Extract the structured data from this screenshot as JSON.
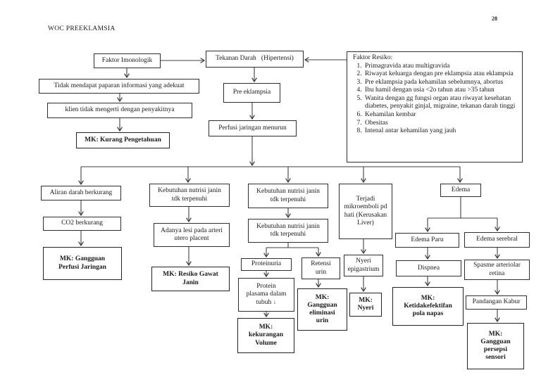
{
  "page": {
    "title": "WOC PREEKLAMSIA",
    "page_number": "28"
  },
  "colors": {
    "line": "#3f3f3f",
    "blue_arrow": "#2a52be"
  },
  "nodes": {
    "faktor_imonologik": "Faktor Imonologik",
    "tekanan_darah": "Tekanan Darah   (Hipertensi)",
    "tidak_mendapat": "Tidak mendapat paparan informasi yang adekuat",
    "klien_tidak_mengerti": "klien tidak mengerti dengan penyakitnya",
    "mk_kurang_pengetahuan": "MK: Kurang Pengetahuan",
    "pre_eklampsia": "Pre eklampsia",
    "perfusi_jaringan_menurun": "Perfusi jaringan menurun",
    "aliran_darah_berkurang": "Aliran darah berkurang",
    "co2_berkurang": "CO2 berkurang",
    "mk_gangguan_perfusi": "MK: Gangguan\nPerfusi Jaringan",
    "kebutuhan_nutrisi_1": "Kebutuhan nutrisi janin\ntdk terpenuhi",
    "adanya_lesi": "Adanya lesi pada arteri\nutero placent",
    "mk_resiko_gawat_janin": "MK: Resiko Gawat\nJanin",
    "kebutuhan_nutrisi_2": "Kebutuhan nutrisi janin\ntdk terpenuhi",
    "kebutuhan_nutrisi_3": "Kebutuhan nutrisi janin\ntdk terpenuhi",
    "proteinuria": "Proteinuria",
    "protein_plasma": "Protein\nplasama dalam\ntubuh ",
    "protein_plasma_arrow": "↓",
    "mk_kekurangan_volume": "MK:\nkekurangan\nVolume",
    "retensi_urin": "Retensi\nurin",
    "mk_gangguan_eliminasi": "MK:\nGangguan\neliminasi\nurin",
    "terjadi_mikroemboli": "Terjadi\nmikroemboli pd\nhati (Kerusakan\nLiver)",
    "nyeri_epigastrium": "Nyeri\nepigastrium",
    "mk_nyeri": "MK:\nNyeri",
    "edema": "Edema",
    "edema_paru": "Edema Paru",
    "dispnea": "Dispnea",
    "mk_ketidakefektifan": "MK:\nKetidakefektifan\npola napas",
    "edema_serebral": "Edema serebral",
    "spasme_arteriolar": "Spasme arteriolar\nretina",
    "pandangan_kabur": "Pandangan Kabur",
    "mk_gangguan_persepsi": "MK:\nGangguan\npersepsi\nsensori"
  },
  "risk_factors": {
    "title": "Faktor Resiko:",
    "items": [
      "Primagravida atau multigravida",
      "Riwayat keluarga dengan pre eklampsia atau eklampsia",
      "Pre eklampsia pada kehamilan sebelumnya, abortus",
      "Ibu hamil dengan usia <2o tahun atau >35 tahun",
      "Wanita dengan gg fungsi organ atau riwayat kesehatan diabetes, penyakit ginjal, migraine, tekanan darah tinggi",
      "Kehamilan kembar",
      "Obesitas",
      "Intenal antar kehamilan yang jauh"
    ]
  }
}
